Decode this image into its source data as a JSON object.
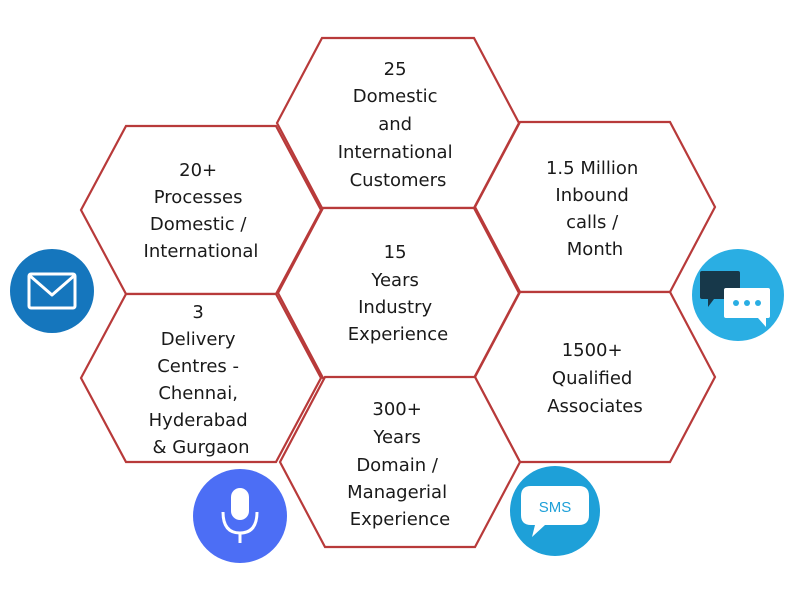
{
  "hexagons": [
    {
      "id": "customers",
      "lines": [
        "25",
        "Domestic",
        "and",
        "International",
        "Customers"
      ]
    },
    {
      "id": "processes",
      "lines": [
        "20+",
        "Processes",
        "Domestic /",
        "International"
      ]
    },
    {
      "id": "calls",
      "lines": [
        "1.5 Million",
        "Inbound",
        "calls /",
        "Month"
      ]
    },
    {
      "id": "experience",
      "lines": [
        "15",
        "Years",
        "Industry",
        "Experience"
      ]
    },
    {
      "id": "centres",
      "lines": [
        "3",
        "Delivery",
        "Centres -",
        "Chennai,",
        "Hyderabad",
        "& Gurgaon"
      ]
    },
    {
      "id": "associates",
      "lines": [
        "1500+",
        "Qualified",
        "Associates"
      ]
    },
    {
      "id": "domain",
      "lines": [
        "300+",
        "Years",
        "Domain /",
        "Managerial",
        "Experience"
      ]
    }
  ],
  "icons": {
    "email": {
      "name": "email-icon",
      "bg": "#1576bd",
      "fg": "#ffffff"
    },
    "chat": {
      "name": "chat-icon",
      "bg": "#2aaee3",
      "dark": "#17384a",
      "fg": "#ffffff"
    },
    "mic": {
      "name": "microphone-icon",
      "bg": "#4c6ef5",
      "fg": "#ffffff"
    },
    "sms": {
      "name": "sms-icon",
      "bg": "#1ea0d8",
      "fg": "#ffffff",
      "label": "SMS"
    }
  }
}
